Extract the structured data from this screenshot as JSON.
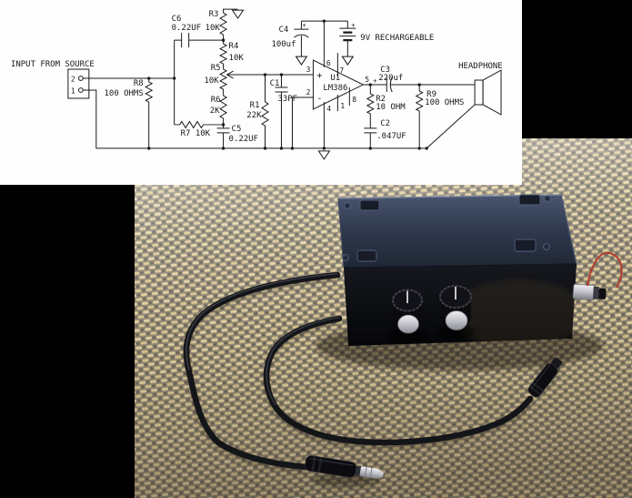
{
  "schematic": {
    "input": {
      "label": "INPUT FROM SOURCE",
      "pin_top": "2",
      "pin_bottom": "1"
    },
    "r8": {
      "ref": "R8",
      "value": "100 OHMS"
    },
    "c6": {
      "ref": "C6",
      "value": "0.22UF"
    },
    "r3": {
      "ref": "R3",
      "value": "10K"
    },
    "r4": {
      "ref": "R4",
      "value": "10K"
    },
    "r5": {
      "ref": "R5",
      "value": "10K"
    },
    "r6": {
      "ref": "R6",
      "value": "2K"
    },
    "r7": {
      "label": "R7 10K"
    },
    "c5": {
      "ref": "C5",
      "value": "0.22UF"
    },
    "r1": {
      "ref": "R1",
      "value": "22K"
    },
    "c1": {
      "ref": "C1",
      "value": "33PF"
    },
    "c4": {
      "ref": "C4",
      "value": "100uf",
      "polarity": "+"
    },
    "battery": {
      "label": "9V RECHARGEABLE",
      "polarity": "+"
    },
    "u1": {
      "ref": "U1",
      "part": "LM386",
      "plus": "+",
      "minus": "-",
      "pin3": "3",
      "pin2": "2",
      "pin6": "6",
      "pin7": "7",
      "pin5": "5",
      "pin4": "4",
      "pin1": "1",
      "pin8": "8"
    },
    "c3": {
      "ref": "C3",
      "value": "220uf",
      "polarity": "+"
    },
    "r2": {
      "ref": "R2",
      "value": "10 OHM"
    },
    "c2": {
      "ref": "C2",
      "value": ".047UF"
    },
    "r9": {
      "ref": "R9",
      "value": "100 OHMS"
    },
    "headphone": {
      "label": "HEADPHONE"
    }
  },
  "photo": {
    "objects": {
      "enclosure": "black-project-box",
      "left_knob": "black-knob-with-silver-cap",
      "right_knob": "black-knob-with-silver-cap",
      "power_jack": "metal-dc-jack",
      "charge_wire": "red-wire-loop",
      "dc_plug": "dc-barrel-plug",
      "audio_plug": "3.5mm-stereo-plug",
      "cables": "two-black-cables",
      "surface": "woven-tweed-fabric"
    }
  },
  "colors": {
    "background": "#000000",
    "paper": "#fefefe",
    "ink": "#1a1a1a",
    "fabric_base": "#8d8574",
    "fabric_cream": "#e6d5a5",
    "fabric_tan": "#dcc994",
    "fabric_dark": "#6b6558",
    "box_top": "#303a4e",
    "box_front": "#0c0e13",
    "knob_black": "#111217",
    "knob_silver": "#d9d9de",
    "plug_metal": "#c9c9d0",
    "charge_wire_red": "#b5382e"
  }
}
